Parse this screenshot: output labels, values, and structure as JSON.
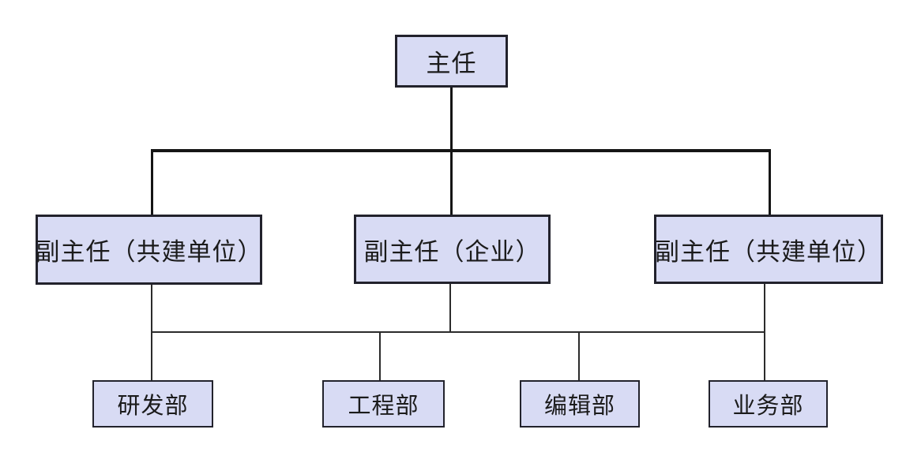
{
  "diagram": {
    "type": "org-chart",
    "colors": {
      "node_fill": "#d8dbf4",
      "node_border": "#22222c",
      "connector": "#151515",
      "background": "#ffffff"
    },
    "root": {
      "label": "主任"
    },
    "level2": [
      {
        "label": "副主任（共建单位）"
      },
      {
        "label": "副主任（企业）"
      },
      {
        "label": "副主任（共建单位）"
      }
    ],
    "level3": [
      {
        "label": "研发部"
      },
      {
        "label": "工程部"
      },
      {
        "label": "编辑部"
      },
      {
        "label": "业务部"
      }
    ]
  }
}
